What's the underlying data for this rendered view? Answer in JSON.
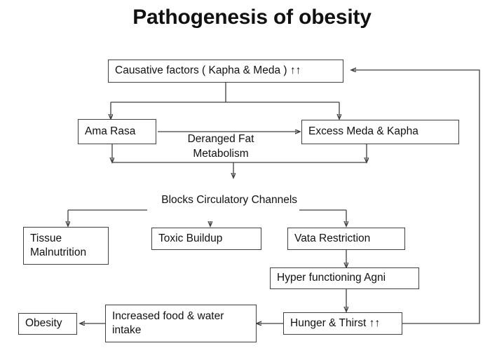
{
  "title": "Pathogenesis of obesity",
  "colors": {
    "background": "#ffffff",
    "stroke": "#3f3f3f",
    "text": "#111111"
  },
  "diagram": {
    "type": "flowchart",
    "nodes": [
      {
        "id": "causative",
        "label": "Causative factors (  Kapha   & Meda   )  ↑↑",
        "shape": "box"
      },
      {
        "id": "ama_rasa",
        "label": "Ama Rasa",
        "shape": "box"
      },
      {
        "id": "excess",
        "label": "Excess Meda & Kapha",
        "shape": "box"
      },
      {
        "id": "blocks",
        "label": "Blocks Circulatory Channels",
        "shape": "none"
      },
      {
        "id": "tissue",
        "label": "Tissue\nMalnutrition",
        "shape": "box"
      },
      {
        "id": "toxic",
        "label": "Toxic Buildup",
        "shape": "box"
      },
      {
        "id": "vata",
        "label": "Vata Restriction",
        "shape": "box"
      },
      {
        "id": "agni",
        "label": "Hyper functioning Agni",
        "shape": "box"
      },
      {
        "id": "hunger",
        "label": "Hunger & Thirst  ↑↑",
        "shape": "box"
      },
      {
        "id": "intake",
        "label": "Increased food & water\nintake",
        "shape": "box"
      },
      {
        "id": "obesity",
        "label": "Obesity",
        "shape": "box"
      }
    ],
    "edge_labels": [
      {
        "id": "deranged",
        "label": "Deranged Fat\nMetabolism",
        "from": "ama_rasa",
        "to": "excess"
      }
    ],
    "edges": [
      {
        "from": "causative",
        "to": "ama_rasa"
      },
      {
        "from": "causative",
        "to": "excess"
      },
      {
        "from": "ama_rasa",
        "to": "excess",
        "label": "Deranged Fat Metabolism"
      },
      {
        "from": "ama_rasa",
        "to": "blocks"
      },
      {
        "from": "excess",
        "to": "blocks"
      },
      {
        "from": "blocks",
        "to": "tissue"
      },
      {
        "from": "blocks",
        "to": "toxic"
      },
      {
        "from": "blocks",
        "to": "vata"
      },
      {
        "from": "vata",
        "to": "agni"
      },
      {
        "from": "agni",
        "to": "hunger"
      },
      {
        "from": "hunger",
        "to": "intake"
      },
      {
        "from": "intake",
        "to": "obesity"
      },
      {
        "from": "hunger",
        "to": "causative",
        "style": "feedback-loop"
      }
    ]
  }
}
